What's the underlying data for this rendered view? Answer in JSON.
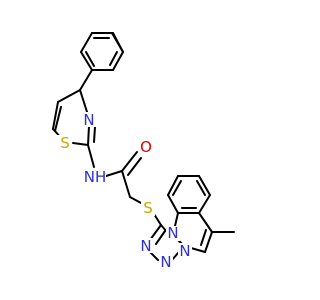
{
  "molecule": {
    "atoms": {
      "thiazole_s": {
        "label": "S",
        "color": "#c8a800"
      },
      "thiazole_n": {
        "label": "N",
        "color": "#2f2fd8"
      },
      "amide_nh": {
        "label": "NH",
        "color": "#2f2fd8"
      },
      "amide_o": {
        "label": "O",
        "color": "#e00000"
      },
      "thioether_s": {
        "label": "S",
        "color": "#c8a800"
      },
      "triazole_n1": {
        "label": "N",
        "color": "#2f2fd8"
      },
      "triazole_n2": {
        "label": "N",
        "color": "#2f2fd8"
      },
      "triazole_n3": {
        "label": "N",
        "color": "#2f2fd8"
      },
      "triazole_n4": {
        "label": "N",
        "color": "#2f2fd8"
      }
    },
    "colors": {
      "bond": "#000000",
      "background": "#ffffff"
    }
  }
}
